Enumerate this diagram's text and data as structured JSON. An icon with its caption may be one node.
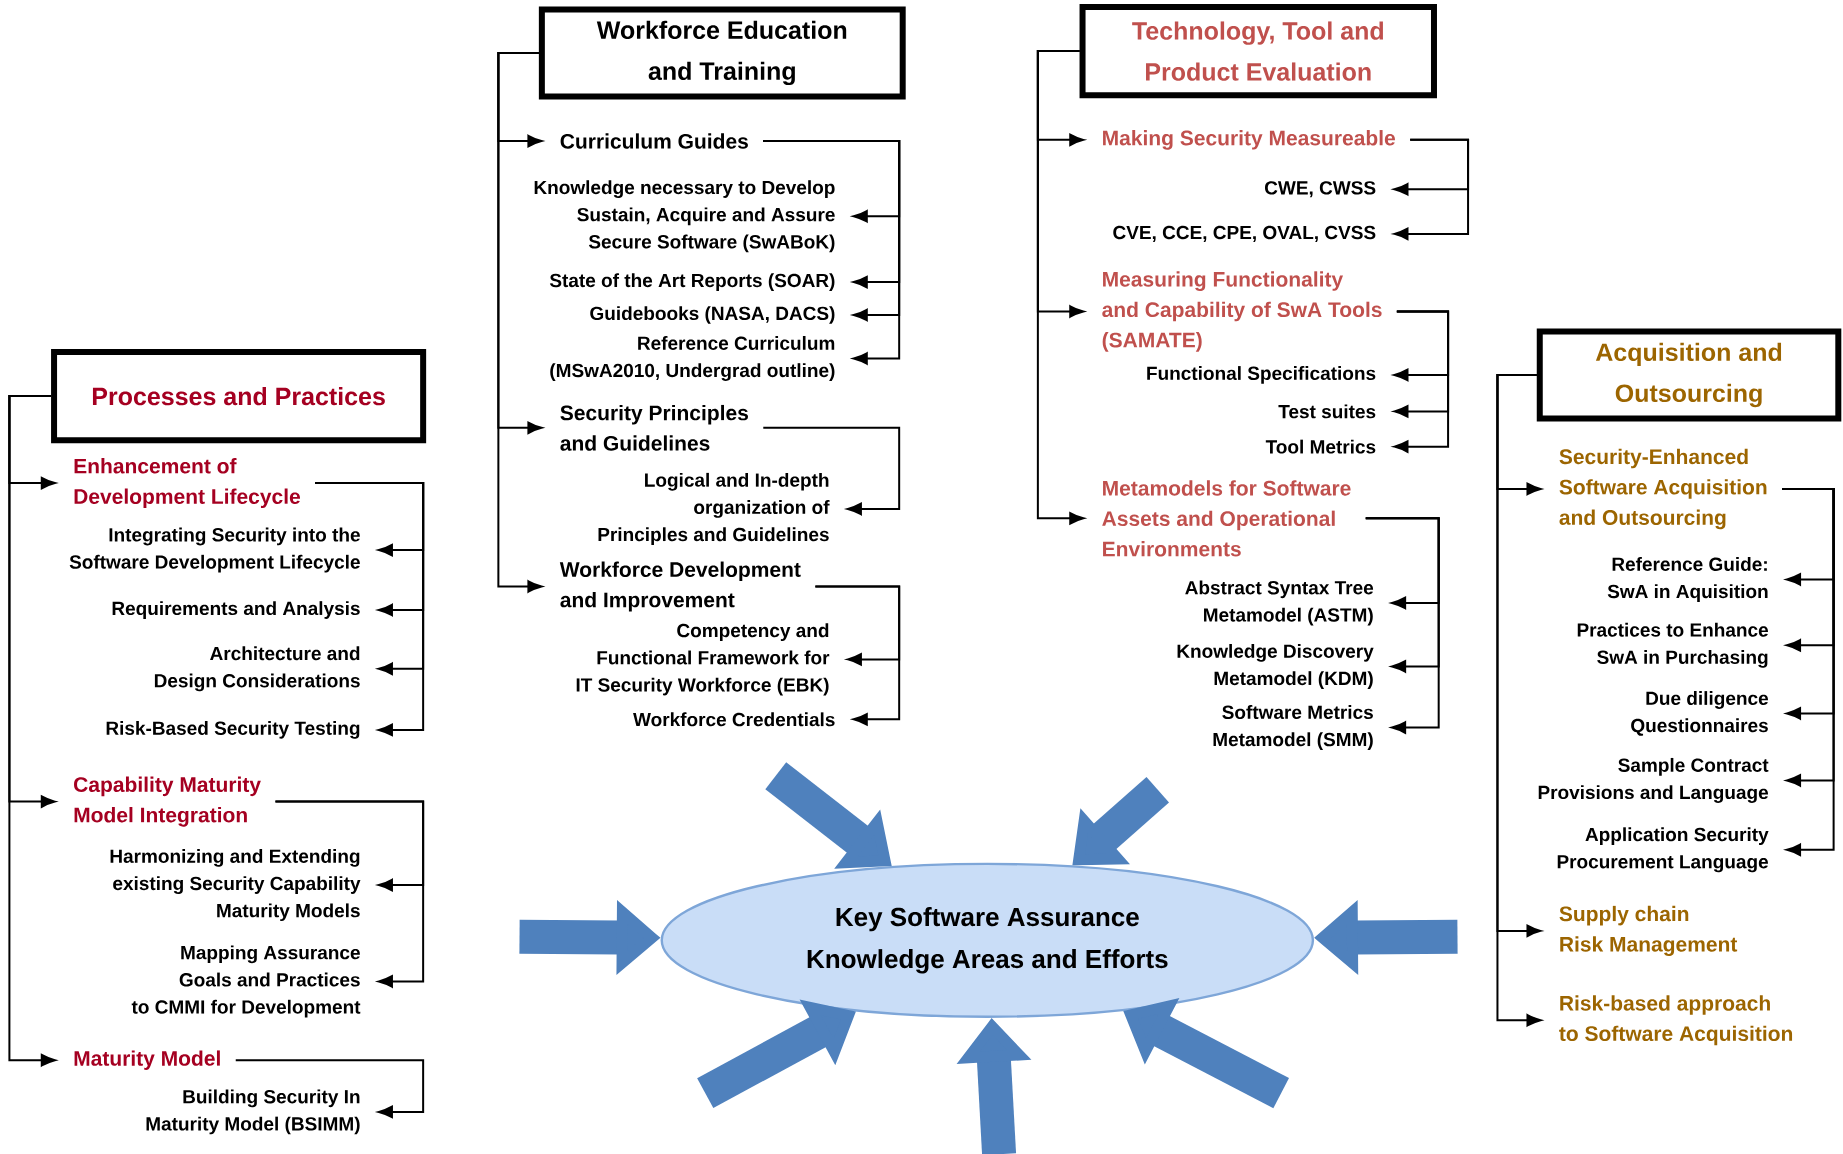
{
  "diagram": {
    "nodes": [
      {
        "text": [
          "Processes and Practices"
        ]
      },
      {
        "text": [
          "Enhancement of Development Lifecycle"
        ]
      },
      {
        "text": [
          "Integrating Security into the Software Development Lifecycle"
        ]
      },
      {
        "text": [
          "Requirements and Analysis"
        ]
      },
      {
        "text": [
          "Architecture and Design Considerations"
        ]
      },
      {
        "text": [
          "Risk-Based Security Testing"
        ]
      },
      {
        "text": [
          "Capability Maturity Model Integration"
        ]
      },
      {
        "text": [
          "Harmonizing and Extending existing Security Capability Maturity Models"
        ]
      },
      {
        "text": [
          "Mapping Assurance Goals and Practices to CMMI for Development"
        ]
      },
      {
        "text": [
          "Maturity Model"
        ]
      },
      {
        "text": [
          "Building Security In Maturity Model (BSIMM)"
        ]
      },
      {
        "text": [
          "Workforce Education and Training"
        ]
      },
      {
        "text": [
          "Curriculum Guides"
        ]
      },
      {
        "text": [
          "Knowledge necessary to Develop Sustain, Acquire and Assure Secure Software (SwABoK)"
        ]
      },
      {
        "text": [
          "State of the Art Reports (SOAR)"
        ]
      },
      {
        "text": [
          "Guidebooks (NASA, DACS)"
        ]
      },
      {
        "text": [
          "Reference Curriculum (MSwA2010, Undergrad outline)"
        ]
      },
      {
        "text": [
          "Security Principles and Guidelines"
        ]
      },
      {
        "text": [
          "Logical and In-depth organization of Principles and Guidelines"
        ]
      },
      {
        "text": [
          "Workforce Development and Improvement"
        ]
      },
      {
        "text": [
          "Competency and Functional Framework for IT Security Workforce (EBK)"
        ]
      },
      {
        "text": [
          "Workforce Credentials"
        ]
      },
      {
        "text": [
          "Technology, Tool and Product Evaluation"
        ]
      },
      {
        "text": [
          "Making Security Measureable"
        ]
      },
      {
        "text": [
          "CWE, CWSS"
        ]
      },
      {
        "text": [
          "CVE, CCE, CPE, OVAL, CVSS"
        ]
      },
      {
        "text": [
          "Measuring Functionality and Capability of SwA Tools (SAMATE)"
        ]
      },
      {
        "text": [
          "Functional Specifications"
        ]
      },
      {
        "text": [
          "Test suites"
        ]
      },
      {
        "text": [
          "Tool Metrics"
        ]
      },
      {
        "text": [
          "Metamodels for Software Assets and Operational Environments"
        ]
      },
      {
        "text": [
          "Abstract Syntax Tree Metamodel (ASTM)"
        ]
      },
      {
        "text": [
          "Knowledge Discovery Metamodel (KDM)"
        ]
      },
      {
        "text": [
          "Software Metrics Metamodel (SMM)"
        ]
      },
      {
        "text": [
          "Acquisition and Outsourcing"
        ]
      },
      {
        "text": [
          "Security-Enhanced Software Acquisition and Outsourcing"
        ]
      },
      {
        "text": [
          "Reference Guide: SwA in Aquisition"
        ]
      },
      {
        "text": [
          "Practices to Enhance SwA in Purchasing"
        ]
      },
      {
        "text": [
          "Due diligence Questionnaires"
        ]
      },
      {
        "text": [
          "Sample Contract Provisions and Language"
        ]
      },
      {
        "text": [
          "Application Security Procurement Language"
        ]
      },
      {
        "text": [
          "Supply chain Risk Management"
        ]
      },
      {
        "text": [
          "Risk-based approach to Software Acquisition"
        ]
      },
      {
        "text": [
          "Key Software Assurance Knowledge Areas and Efforts"
        ]
      }
    ],
    "edges": [
      {
        "from": 0,
        "to": 1,
        "arrow": "to"
      },
      {
        "from": 0,
        "to": 6,
        "arrow": "to"
      },
      {
        "from": 0,
        "to": 9,
        "arrow": "to"
      },
      {
        "from": 1,
        "to": 2,
        "arrow": "to"
      },
      {
        "from": 1,
        "to": 3,
        "arrow": "to"
      },
      {
        "from": 1,
        "to": 4,
        "arrow": "to"
      },
      {
        "from": 1,
        "to": 5,
        "arrow": "to"
      },
      {
        "from": 6,
        "to": 7,
        "arrow": "to"
      },
      {
        "from": 6,
        "to": 8,
        "arrow": "to"
      },
      {
        "from": 9,
        "to": 10,
        "arrow": "to"
      },
      {
        "from": 11,
        "to": 12,
        "arrow": "to"
      },
      {
        "from": 11,
        "to": 17,
        "arrow": "to"
      },
      {
        "from": 11,
        "to": 19,
        "arrow": "to"
      },
      {
        "from": 12,
        "to": 13,
        "arrow": "to"
      },
      {
        "from": 12,
        "to": 14,
        "arrow": "to"
      },
      {
        "from": 12,
        "to": 15,
        "arrow": "to"
      },
      {
        "from": 12,
        "to": 16,
        "arrow": "to"
      },
      {
        "from": 17,
        "to": 18,
        "arrow": "to"
      },
      {
        "from": 19,
        "to": 20,
        "arrow": "to"
      },
      {
        "from": 19,
        "to": 21,
        "arrow": "to"
      },
      {
        "from": 22,
        "to": 23,
        "arrow": "to"
      },
      {
        "from": 22,
        "to": 26,
        "arrow": "to"
      },
      {
        "from": 22,
        "to": 30,
        "arrow": "to"
      },
      {
        "from": 23,
        "to": 24,
        "arrow": "to"
      },
      {
        "from": 23,
        "to": 25,
        "arrow": "to"
      },
      {
        "from": 26,
        "to": 27,
        "arrow": "to"
      },
      {
        "from": 26,
        "to": 28,
        "arrow": "to"
      },
      {
        "from": 26,
        "to": 29,
        "arrow": "to"
      },
      {
        "from": 30,
        "to": 31,
        "arrow": "to"
      },
      {
        "from": 30,
        "to": 32,
        "arrow": "to"
      },
      {
        "from": 30,
        "to": 33,
        "arrow": "to"
      },
      {
        "from": 34,
        "to": 35,
        "arrow": "to"
      },
      {
        "from": 34,
        "to": 41,
        "arrow": "to"
      },
      {
        "from": 34,
        "to": 42,
        "arrow": "to"
      },
      {
        "from": 35,
        "to": 36,
        "arrow": "to"
      },
      {
        "from": 35,
        "to": 37,
        "arrow": "to"
      },
      {
        "from": 35,
        "to": 38,
        "arrow": "to"
      },
      {
        "from": 35,
        "to": 39,
        "arrow": "to"
      },
      {
        "from": 35,
        "to": 40,
        "arrow": "to"
      },
      {
        "from": null,
        "to": 43,
        "arrow": "to",
        "style": "thick",
        "color": "#4f81bd"
      },
      {
        "from": null,
        "to": 43,
        "arrow": "to",
        "style": "thick",
        "color": "#4f81bd"
      },
      {
        "from": null,
        "to": 43,
        "arrow": "to",
        "style": "thick",
        "color": "#4f81bd"
      },
      {
        "from": null,
        "to": 43,
        "arrow": "to",
        "style": "thick",
        "color": "#4f81bd"
      },
      {
        "from": null,
        "to": 43,
        "arrow": "to",
        "style": "thick",
        "color": "#4f81bd"
      },
      {
        "from": null,
        "to": 43,
        "arrow": "to",
        "style": "thick",
        "color": "#4f81bd"
      },
      {
        "from": null,
        "to": 43,
        "arrow": "to",
        "style": "thick",
        "color": "#4f81bd"
      }
    ]
  }
}
